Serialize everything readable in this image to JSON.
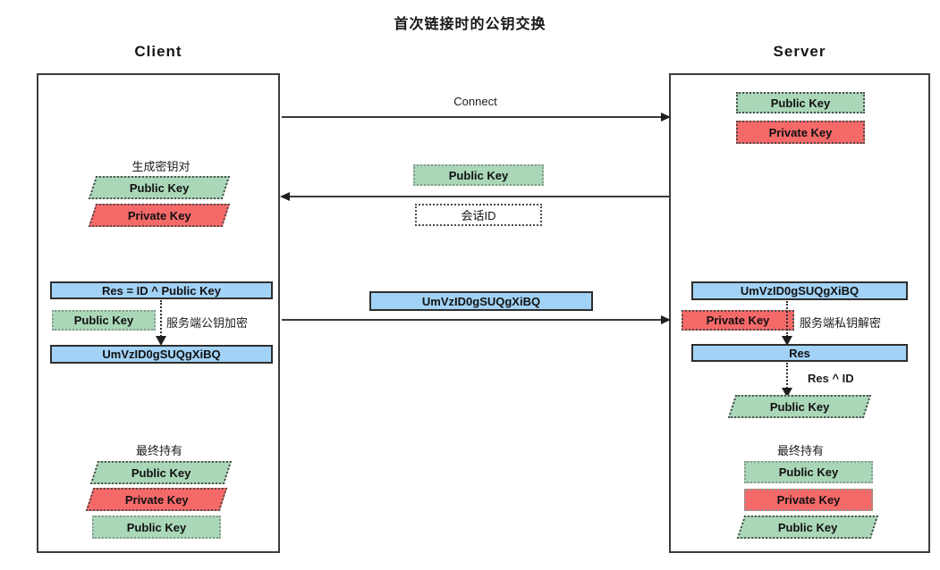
{
  "title": "首次链接时的公钥交换",
  "labels": {
    "public_key": "Public Key",
    "private_key": "Private Key"
  },
  "client": {
    "header": "Client",
    "keygen_title": "生成密钥对",
    "res_formula": "Res = ID ^ Public Key",
    "encrypt_note": "服务端公钥加密",
    "cipher_text": "UmVzID0gSUQgXiBQ",
    "final_title": "最终持有"
  },
  "server": {
    "header": "Server",
    "cipher_text": "UmVzID0gSUQgXiBQ",
    "decrypt_note": "服务端私钥解密",
    "res_label": "Res",
    "xor_note": "Res ^ ID",
    "final_title": "最终持有"
  },
  "messages": {
    "connect": "Connect",
    "public_key": "Public Key",
    "session_id": "会话ID",
    "cipher": "UmVzID0gSUQgXiBQ"
  },
  "colors": {
    "green": "#aad7b8",
    "red": "#f56969",
    "blue": "#a2d2f5",
    "white": "#ffffff"
  }
}
